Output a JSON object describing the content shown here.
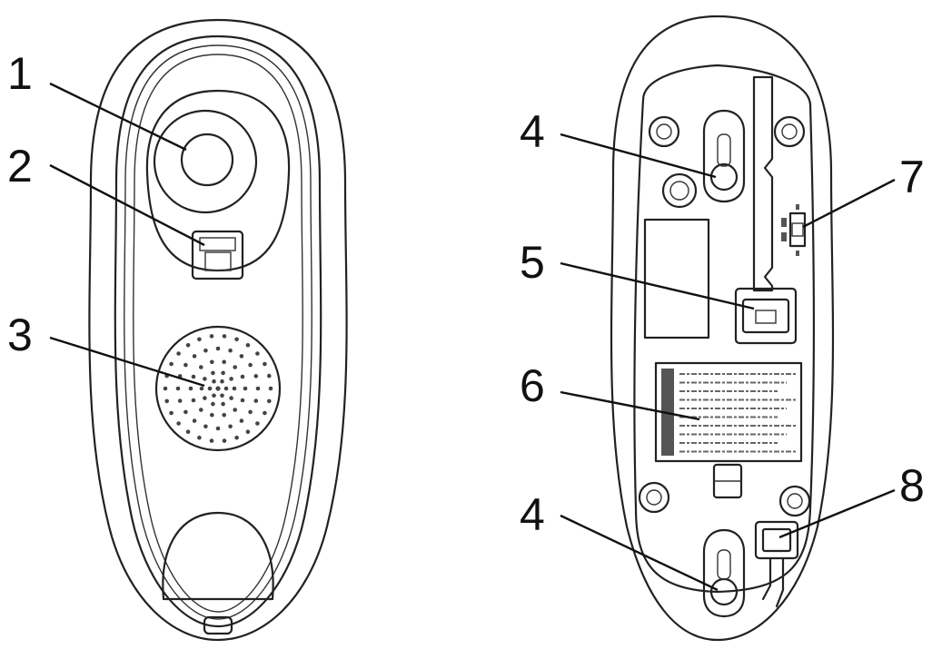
{
  "callouts": [
    {
      "id": "c1",
      "number": "1"
    },
    {
      "id": "c2",
      "number": "2"
    },
    {
      "id": "c3",
      "number": "3"
    },
    {
      "id": "c4a",
      "number": "4"
    },
    {
      "id": "c5",
      "number": "5"
    },
    {
      "id": "c6",
      "number": "6"
    },
    {
      "id": "c4b",
      "number": "4"
    },
    {
      "id": "c7",
      "number": "7"
    },
    {
      "id": "c8",
      "number": "8"
    }
  ],
  "colors": {
    "line": "#222222",
    "background": "#ffffff"
  }
}
